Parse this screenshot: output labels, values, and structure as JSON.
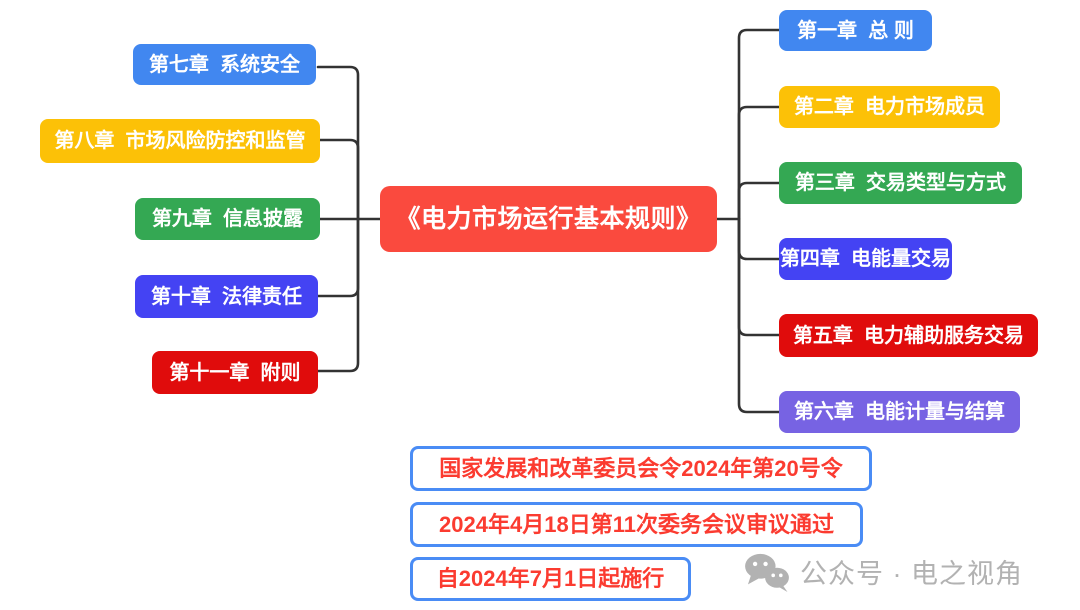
{
  "root": {
    "label": "《电力市场运行基本规则》",
    "bg": "#fa4a3e"
  },
  "left_nodes": [
    {
      "label": "第七章  系统安全",
      "bg": "#4187f0"
    },
    {
      "label": "第八章  市场风险防控和监管",
      "bg": "#fcc107"
    },
    {
      "label": "第九章  信息披露",
      "bg": "#34a853"
    },
    {
      "label": "第十章  法律责任",
      "bg": "#4443f3"
    },
    {
      "label": "第十一章  附则",
      "bg": "#e00c0c"
    }
  ],
  "right_nodes": [
    {
      "label": "第一章  总 则",
      "bg": "#4187f0"
    },
    {
      "label": "第二章  电力市场成员",
      "bg": "#fcc107"
    },
    {
      "label": "第三章  交易类型与方式",
      "bg": "#34a853"
    },
    {
      "label": "第四章  电能量交易",
      "bg": "#4443f3"
    },
    {
      "label": "第五章  电力辅助服务交易",
      "bg": "#e00c0c"
    },
    {
      "label": "第六章  电能计量与结算",
      "bg": "#7763e3"
    }
  ],
  "annotations": [
    {
      "label": "国家发展和改革委员会令2024年第20号令"
    },
    {
      "label": "2024年4月18日第11次委务会议审议通过"
    },
    {
      "label": "自2024年7月1日起施行"
    }
  ],
  "watermark": {
    "icon": "wechat-icon",
    "text": "公众号 · 电之视角"
  },
  "colors": {
    "connector": "#333333",
    "annotation_border": "#4a8cf5",
    "annotation_text": "#fb3b30",
    "watermark": "#b2b2b2",
    "background": "#ffffff"
  }
}
